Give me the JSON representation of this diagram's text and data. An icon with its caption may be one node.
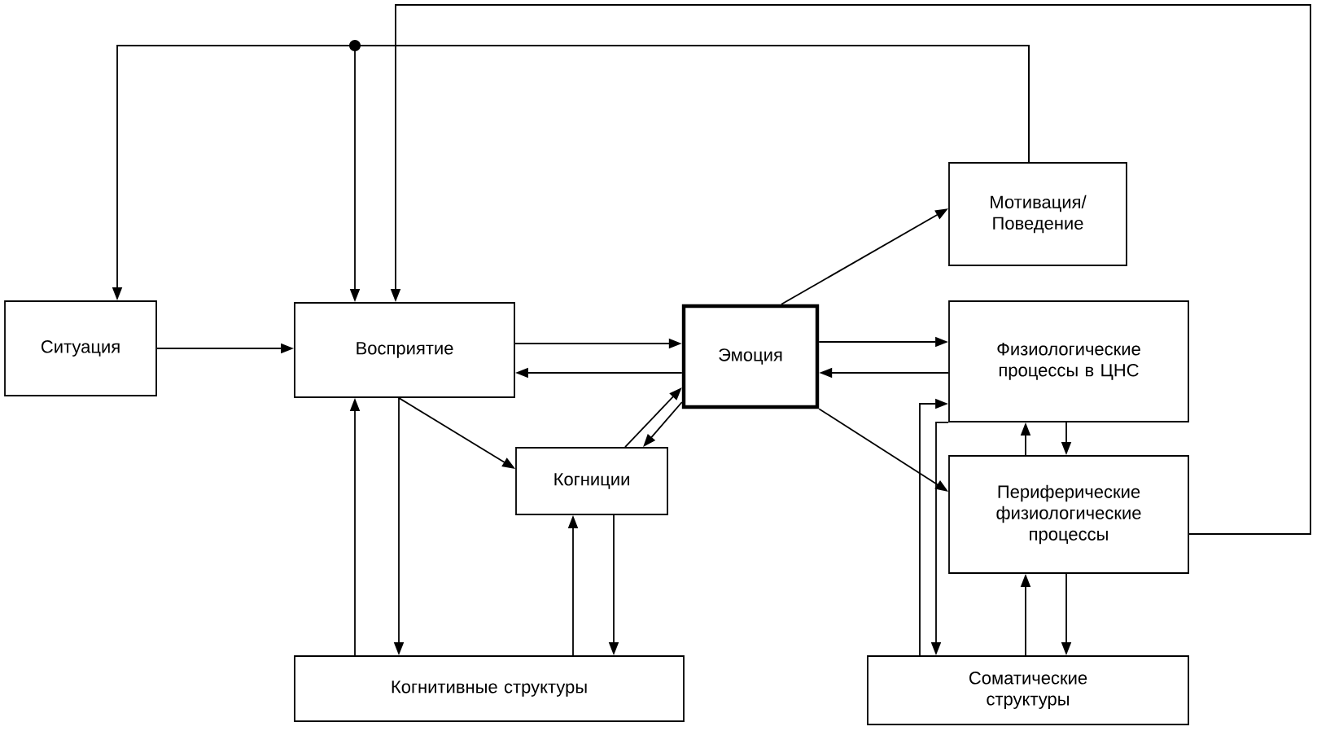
{
  "diagram": {
    "nodes": [
      {
        "text": [
          "Ситуация"
        ]
      },
      {
        "text": [
          "Восприятие"
        ]
      },
      {
        "text": [
          "Эмоция"
        ]
      },
      {
        "text": [
          "Мотивация/ Поведение"
        ]
      },
      {
        "text": [
          "Физиологические процессы в ЦНС"
        ]
      },
      {
        "text": [
          "Когниции"
        ]
      },
      {
        "text": [
          "Периферические физиологические процессы"
        ]
      },
      {
        "text": [
          "Когнитивные структуры"
        ]
      },
      {
        "text": [
          "Соматические структуры"
        ]
      }
    ],
    "edges": [
      {
        "from": 0,
        "to": 1,
        "arrow": "to"
      },
      {
        "from": 1,
        "to": 2,
        "arrow": "to"
      },
      {
        "from": 2,
        "to": 1,
        "arrow": "to"
      },
      {
        "from": 1,
        "to": 5,
        "arrow": "to"
      },
      {
        "from": 5,
        "to": 2,
        "arrow": "to"
      },
      {
        "from": 2,
        "to": 5,
        "arrow": "to"
      },
      {
        "from": 2,
        "to": 3,
        "arrow": "to"
      },
      {
        "from": 2,
        "to": 4,
        "arrow": "to"
      },
      {
        "from": 4,
        "to": 2,
        "arrow": "to"
      },
      {
        "from": 2,
        "to": 6,
        "arrow": "to"
      },
      {
        "from": 6,
        "to": 4,
        "arrow": "to"
      },
      {
        "from": 4,
        "to": 6,
        "arrow": "to"
      },
      {
        "from": 6,
        "to": 8,
        "arrow": "to"
      },
      {
        "from": 8,
        "to": 6,
        "arrow": "to"
      },
      {
        "from": 8,
        "to": 4,
        "arrow": "to"
      },
      {
        "from": 4,
        "to": 8,
        "arrow": "to"
      },
      {
        "from": 7,
        "to": 1,
        "arrow": "to"
      },
      {
        "from": 1,
        "to": 7,
        "arrow": "to"
      },
      {
        "from": 7,
        "to": 5,
        "arrow": "to"
      },
      {
        "from": 5,
        "to": 7,
        "arrow": "to"
      },
      {
        "from": 3,
        "to": 1,
        "arrow": "to"
      },
      {
        "from": 3,
        "to": 0,
        "arrow": "to"
      },
      {
        "from": 6,
        "to": 1,
        "arrow": "to"
      }
    ]
  }
}
